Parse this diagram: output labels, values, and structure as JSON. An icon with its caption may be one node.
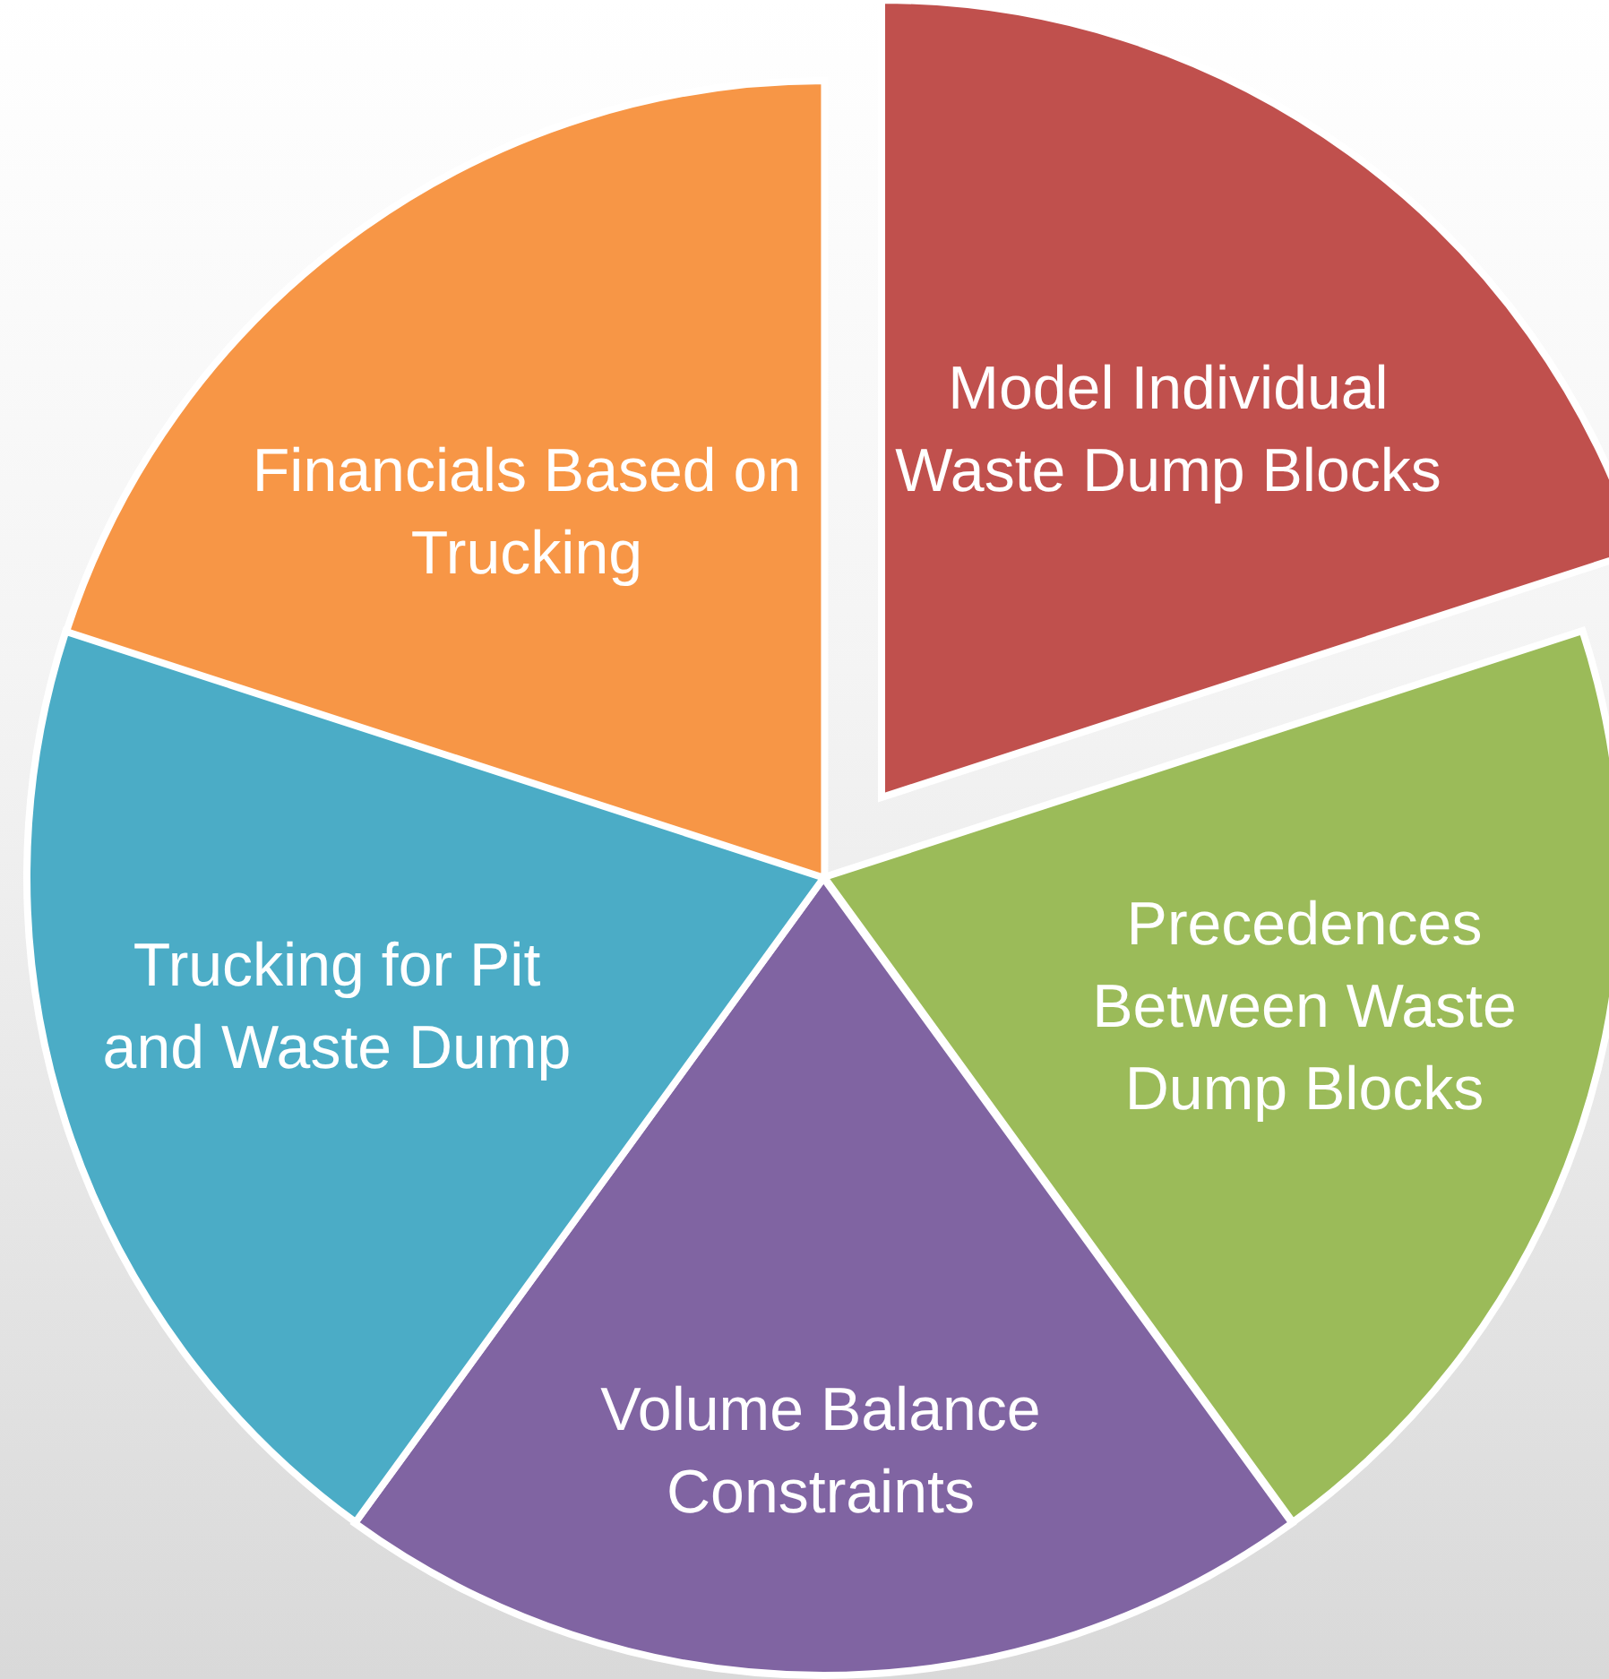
{
  "diagram": {
    "nodes": [
      {
        "text": [
          "Model Individual Waste Dump Blocks"
        ]
      },
      {
        "text": [
          "Precedences Between Waste Dump Blocks"
        ]
      },
      {
        "text": [
          "Volume Balance Constraints"
        ]
      },
      {
        "text": [
          "Trucking for Pit and Waste Dump"
        ]
      },
      {
        "text": [
          "Financials Based on Trucking"
        ]
      }
    ],
    "edges": []
  }
}
